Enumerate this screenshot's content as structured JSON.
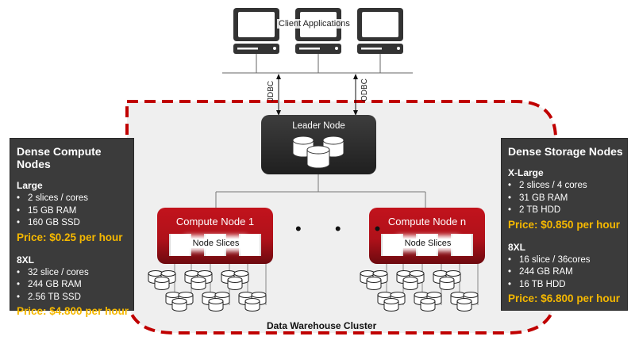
{
  "client": {
    "label": "Client Applications",
    "jdbc_label": "JDBC",
    "odbc_label": "ODBC"
  },
  "leader_node": {
    "label": "Leader Node"
  },
  "compute_nodes": [
    {
      "label": "Compute Node 1",
      "slices_label": "Node Slices"
    },
    {
      "label": "Compute Node n",
      "slices_label": "Node Slices"
    }
  ],
  "ellipsis": "• • •",
  "cluster_label": "Data Warehouse Cluster",
  "dense_compute": {
    "title": "Dense Compute Nodes",
    "tiers": [
      {
        "name": "Large",
        "specs": [
          "2 slices / cores",
          "15 GB RAM",
          "160 GB SSD"
        ],
        "price": "Price: $0.25 per hour"
      },
      {
        "name": "8XL",
        "specs": [
          "32 slice / cores",
          "244 GB RAM",
          "2.56 TB SSD"
        ],
        "price": "Price: $4.800 per hour"
      }
    ]
  },
  "dense_storage": {
    "title": "Dense Storage Nodes",
    "tiers": [
      {
        "name": "X-Large",
        "specs": [
          "2 slices / 4 cores",
          "31 GB RAM",
          "2 TB HDD"
        ],
        "price": "Price: $0.850 per hour"
      },
      {
        "name": "8XL",
        "specs": [
          "16 slice / 36cores",
          "244 GB RAM",
          "16 TB HDD"
        ],
        "price": "Price: $6.800 per hour"
      }
    ]
  },
  "colors": {
    "accent_red": "#c2131c",
    "price_yellow": "#f5b800",
    "panel_bg": "#3b3b3b",
    "cluster_bg": "#efefef",
    "dash_red": "#c00000"
  }
}
